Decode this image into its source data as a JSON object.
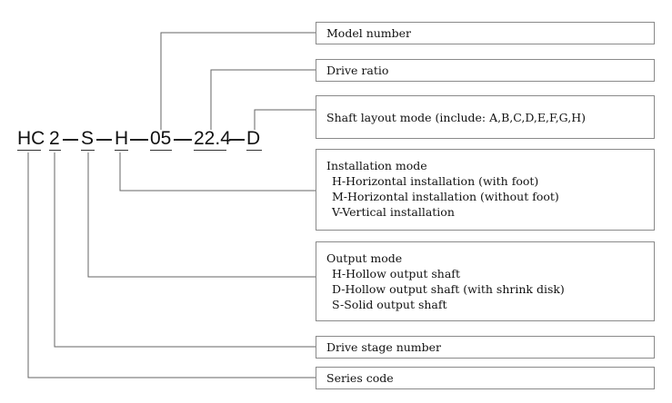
{
  "code": {
    "series": "HC",
    "stage": "2",
    "output": "S",
    "install": "H",
    "model": "05",
    "ratio": "22.4",
    "layout": "D"
  },
  "boxes": {
    "model_number": "Model number",
    "drive_ratio": "Drive ratio",
    "shaft_layout": "Shaft layout mode (include: A,B,C,D,E,F,G,H)",
    "installation": {
      "title": "Installation mode",
      "items": [
        "H-Horizontal installation (with foot)",
        "M-Horizontal installation (without foot)",
        "V-Vertical installation"
      ]
    },
    "output": {
      "title": "Output mode",
      "items": [
        "H-Hollow output shaft",
        "D-Hollow output shaft (with shrink disk)",
        "S-Solid output shaft"
      ]
    },
    "drive_stage": "Drive stage number",
    "series_code": "Series code"
  }
}
